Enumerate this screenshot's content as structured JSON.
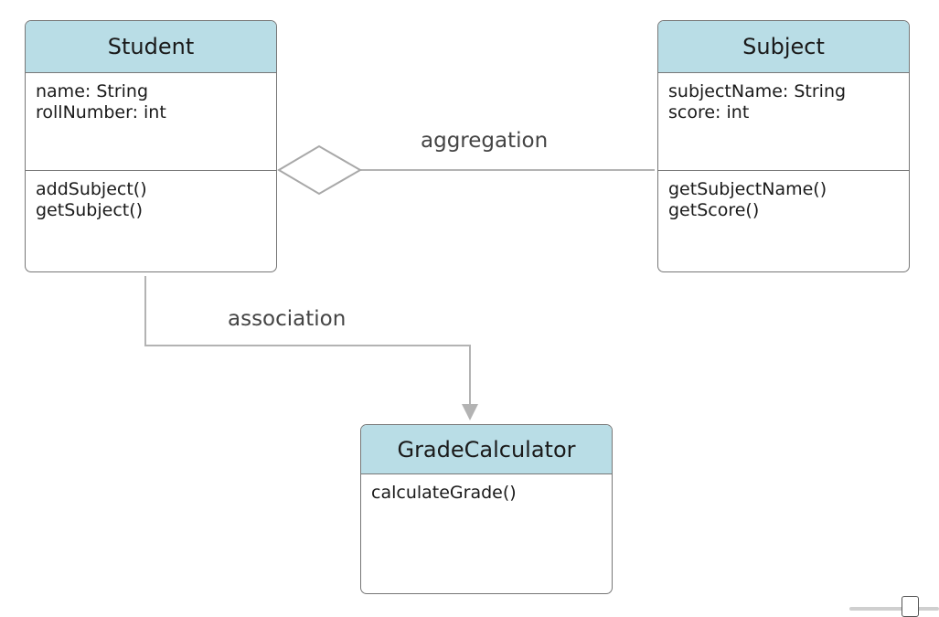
{
  "classes": {
    "student": {
      "name": "Student",
      "attributes": [
        "name: String",
        "rollNumber: int"
      ],
      "methods": [
        "addSubject()",
        "getSubject()"
      ]
    },
    "subject": {
      "name": "Subject",
      "attributes": [
        "subjectName: String",
        "score: int"
      ],
      "methods": [
        "getSubjectName()",
        "getScore()"
      ]
    },
    "grade_calculator": {
      "name": "GradeCalculator",
      "methods": [
        "calculateGrade()"
      ]
    }
  },
  "relations": {
    "aggregation": {
      "label": "aggregation",
      "from": "Subject",
      "to": "Student",
      "end": "hollow-diamond"
    },
    "association": {
      "label": "association",
      "from": "Student",
      "to": "GradeCalculator",
      "end": "filled-arrow"
    }
  },
  "colors": {
    "header": "#b9dde6",
    "border": "#777777",
    "connector": "#b3b3b3"
  }
}
